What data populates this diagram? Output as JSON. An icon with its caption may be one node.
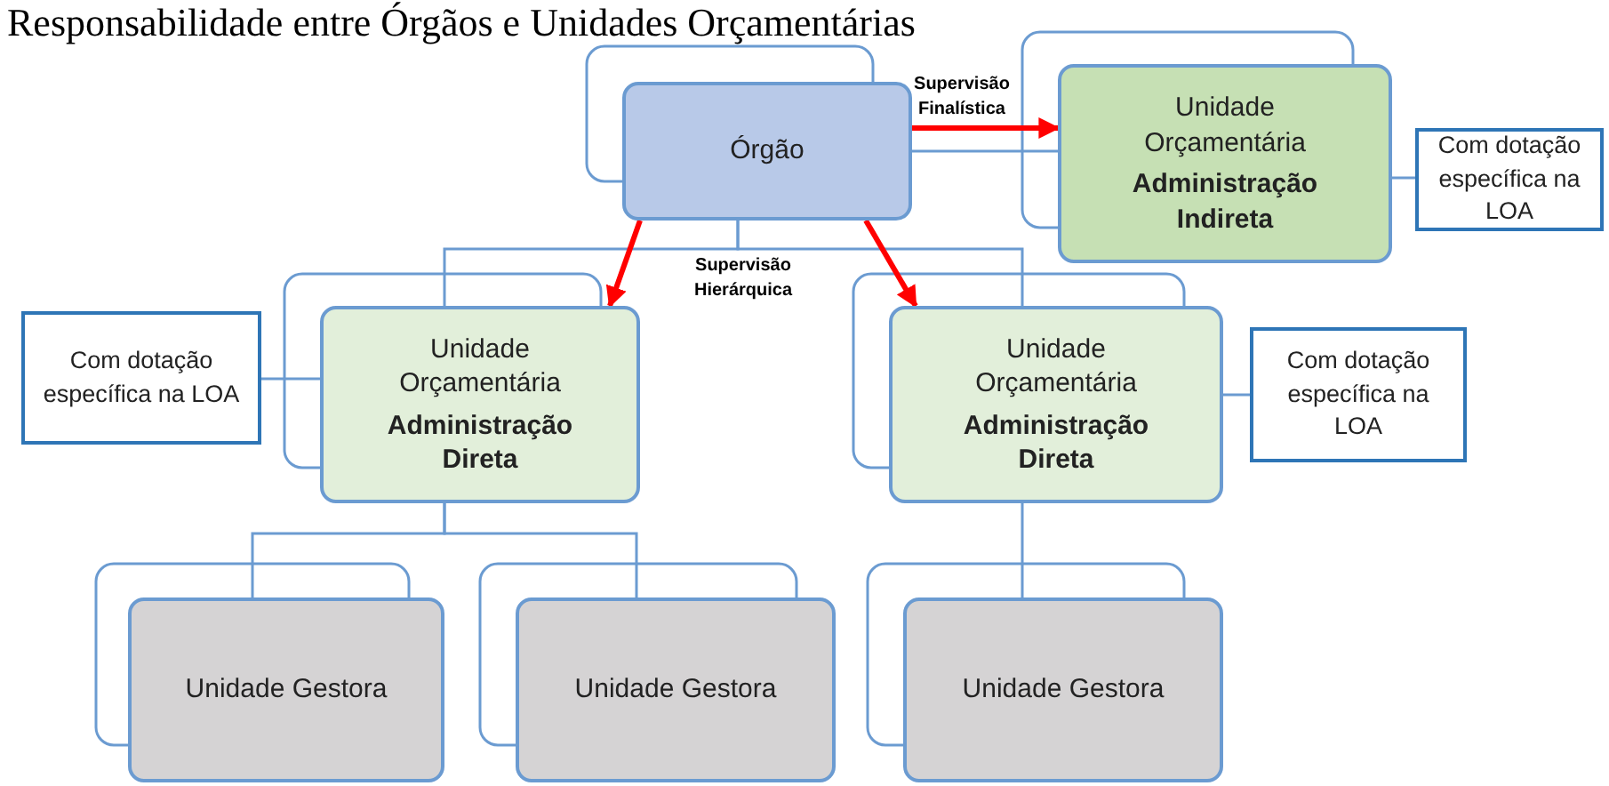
{
  "diagram": {
    "title": "Responsabilidade entre Órgãos e Unidades Orçamentárias",
    "nodes": [
      {
        "text": [
          "Órgão"
        ]
      },
      {
        "text": [
          "Unidade Orçamentária",
          "Administração Indireta"
        ]
      },
      {
        "text": [
          "Com dotação específica na LOA"
        ]
      },
      {
        "text": [
          "Unidade Orçamentária",
          "Administração Direta"
        ]
      },
      {
        "text": [
          "Com dotação específica na LOA"
        ]
      },
      {
        "text": [
          "Unidade Orçamentária",
          "Administração Direta"
        ]
      },
      {
        "text": [
          "Com dotação específica na LOA"
        ]
      },
      {
        "text": [
          "Unidade Gestora"
        ]
      },
      {
        "text": [
          "Unidade Gestora"
        ]
      },
      {
        "text": [
          "Unidade Gestora"
        ]
      }
    ],
    "edges": [
      {
        "from": 0,
        "to": 1,
        "arrow": "to",
        "label": "Supervisão Finalística",
        "style": "thick",
        "color": "#ff0000"
      },
      {
        "from": 0,
        "to": 3,
        "arrow": "to",
        "style": "thick",
        "color": "#ff0000"
      },
      {
        "from": 0,
        "to": 5,
        "arrow": "to",
        "style": "thick",
        "color": "#ff0000"
      },
      {
        "from": 0,
        "to": 1,
        "arrow": "none"
      },
      {
        "from": 0,
        "to": 3,
        "arrow": "none"
      },
      {
        "from": 0,
        "to": 5,
        "arrow": "none"
      },
      {
        "from": 3,
        "to": 7,
        "arrow": "none"
      },
      {
        "from": 3,
        "to": 8,
        "arrow": "none"
      },
      {
        "from": 5,
        "to": 9,
        "arrow": "none"
      },
      {
        "from": 1,
        "to": 2,
        "arrow": "none"
      },
      {
        "from": 4,
        "to": 3,
        "arrow": "none"
      },
      {
        "from": 5,
        "to": 6,
        "arrow": "none"
      }
    ],
    "labels": [
      "Supervisão Hierárquica"
    ]
  }
}
